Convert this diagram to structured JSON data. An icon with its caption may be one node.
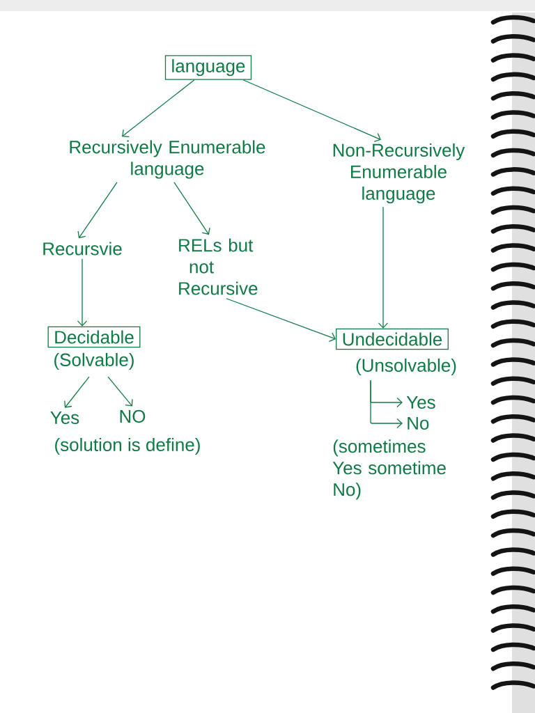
{
  "diagram": {
    "nodes": [
      {
        "text": [
          "language"
        ]
      },
      {
        "text": [
          "Recursively Enumerable language"
        ]
      },
      {
        "text": [
          "Non-Recursively Enumerable language"
        ]
      },
      {
        "text": [
          "Recursvie"
        ]
      },
      {
        "text": [
          "RELs but not Recursive"
        ]
      },
      {
        "text": [
          "Decidable"
        ],
        "beside": [
          "(Solvable)"
        ]
      },
      {
        "text": [
          "Undecidable"
        ],
        "beside": [
          "(Unsolvable)"
        ]
      },
      {
        "text": [
          "Yes"
        ]
      },
      {
        "text": [
          "NO"
        ]
      },
      {
        "text": [
          "Yes"
        ]
      },
      {
        "text": [
          "No"
        ]
      }
    ],
    "edges": [
      {
        "from": 0,
        "to": 1,
        "arrow": "to"
      },
      {
        "from": 0,
        "to": 2,
        "arrow": "to"
      },
      {
        "from": 1,
        "to": 3,
        "arrow": "to"
      },
      {
        "from": 1,
        "to": 4,
        "arrow": "to"
      },
      {
        "from": 3,
        "to": 5,
        "arrow": "to"
      },
      {
        "from": 4,
        "to": 6,
        "arrow": "to"
      },
      {
        "from": 2,
        "to": 6,
        "arrow": "to"
      },
      {
        "from": 5,
        "to": 7,
        "arrow": "to"
      },
      {
        "from": 5,
        "to": 8,
        "arrow": "to"
      },
      {
        "from": 6,
        "to": 9,
        "arrow": "to"
      },
      {
        "from": 6,
        "to": 10,
        "arrow": "to"
      }
    ],
    "labels": [
      "(solution is define)",
      "(sometimes Yes sometime No)"
    ]
  }
}
